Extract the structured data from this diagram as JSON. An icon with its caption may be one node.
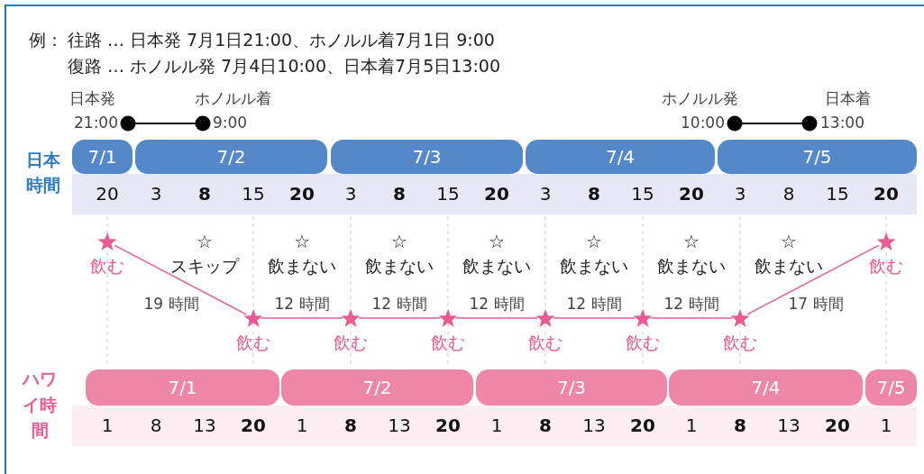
{
  "diagram": {
    "nodes": [
      {
        "text": [],
        "shape": "circle",
        "beside": [
          "日本発",
          "21:00"
        ]
      },
      {
        "text": [],
        "shape": "circle",
        "beside": [
          "ホノルル着",
          "9:00"
        ]
      },
      {
        "text": [],
        "shape": "circle",
        "beside": [
          "ホノルル発",
          "10:00"
        ]
      },
      {
        "text": [],
        "shape": "circle",
        "beside": [
          "日本着",
          "13:00"
        ]
      },
      {
        "text": [
          "7/1"
        ]
      },
      {
        "text": [
          "7/2"
        ]
      },
      {
        "text": [
          "7/3"
        ]
      },
      {
        "text": [
          "7/4"
        ]
      },
      {
        "text": [
          "7/5"
        ]
      },
      {
        "text": [],
        "shape": "star",
        "beside": [
          "飲む"
        ]
      },
      {
        "text": [],
        "shape": "star",
        "beside": [
          "飲む"
        ]
      },
      {
        "text": [],
        "shape": "star",
        "beside": [
          "飲む"
        ]
      },
      {
        "text": [],
        "shape": "star",
        "beside": [
          "飲む"
        ]
      },
      {
        "text": [],
        "shape": "star",
        "beside": [
          "飲む"
        ]
      },
      {
        "text": [],
        "shape": "star",
        "beside": [
          "飲む"
        ]
      },
      {
        "text": [],
        "shape": "star",
        "beside": [
          "飲む"
        ]
      },
      {
        "text": [],
        "shape": "star",
        "beside": [
          "飲む"
        ]
      },
      {
        "text": [
          "7/1"
        ]
      },
      {
        "text": [
          "7/2"
        ]
      },
      {
        "text": [
          "7/3"
        ]
      },
      {
        "text": [
          "7/4"
        ]
      },
      {
        "text": [
          "7/5"
        ]
      }
    ],
    "edges": [
      {
        "from": 0,
        "to": 1,
        "arrow": "none",
        "color": "#000000"
      },
      {
        "from": 2,
        "to": 3,
        "arrow": "none",
        "color": "#000000"
      },
      {
        "from": 9,
        "to": 10,
        "arrow": "none",
        "label": "19 時間"
      },
      {
        "from": 10,
        "to": 11,
        "arrow": "none",
        "label": "12 時間"
      },
      {
        "from": 11,
        "to": 12,
        "arrow": "none",
        "label": "12 時間"
      },
      {
        "from": 12,
        "to": 13,
        "arrow": "none",
        "label": "12 時間"
      },
      {
        "from": 13,
        "to": 14,
        "arrow": "none",
        "label": "12 時間"
      },
      {
        "from": 14,
        "to": 15,
        "arrow": "none",
        "label": "12 時間"
      },
      {
        "from": 15,
        "to": 16,
        "arrow": "none",
        "label": "17 時間"
      }
    ],
    "labels": [
      "例：",
      "往路 … 日本発 7月1日21:00、ホノルル着7月1日 9:00",
      "復路 … ホノルル発 7月4日10:00、日本着7月5日13:00",
      "日本時間",
      "20",
      "3",
      "8",
      "15",
      "20",
      "3",
      "8",
      "15",
      "20",
      "3",
      "8",
      "15",
      "20",
      "3",
      "8",
      "15",
      "20",
      "☆",
      "スキップ",
      "☆",
      "飲まない",
      "☆",
      "飲まない",
      "☆",
      "飲まない",
      "☆",
      "飲まない",
      "☆",
      "飲まない",
      "☆",
      "飲まない",
      "ハワイ時間",
      "1",
      "8",
      "13",
      "20",
      "1",
      "8",
      "13",
      "20",
      "1",
      "8",
      "13",
      "20",
      "1",
      "8",
      "13",
      "20",
      "1"
    ]
  }
}
